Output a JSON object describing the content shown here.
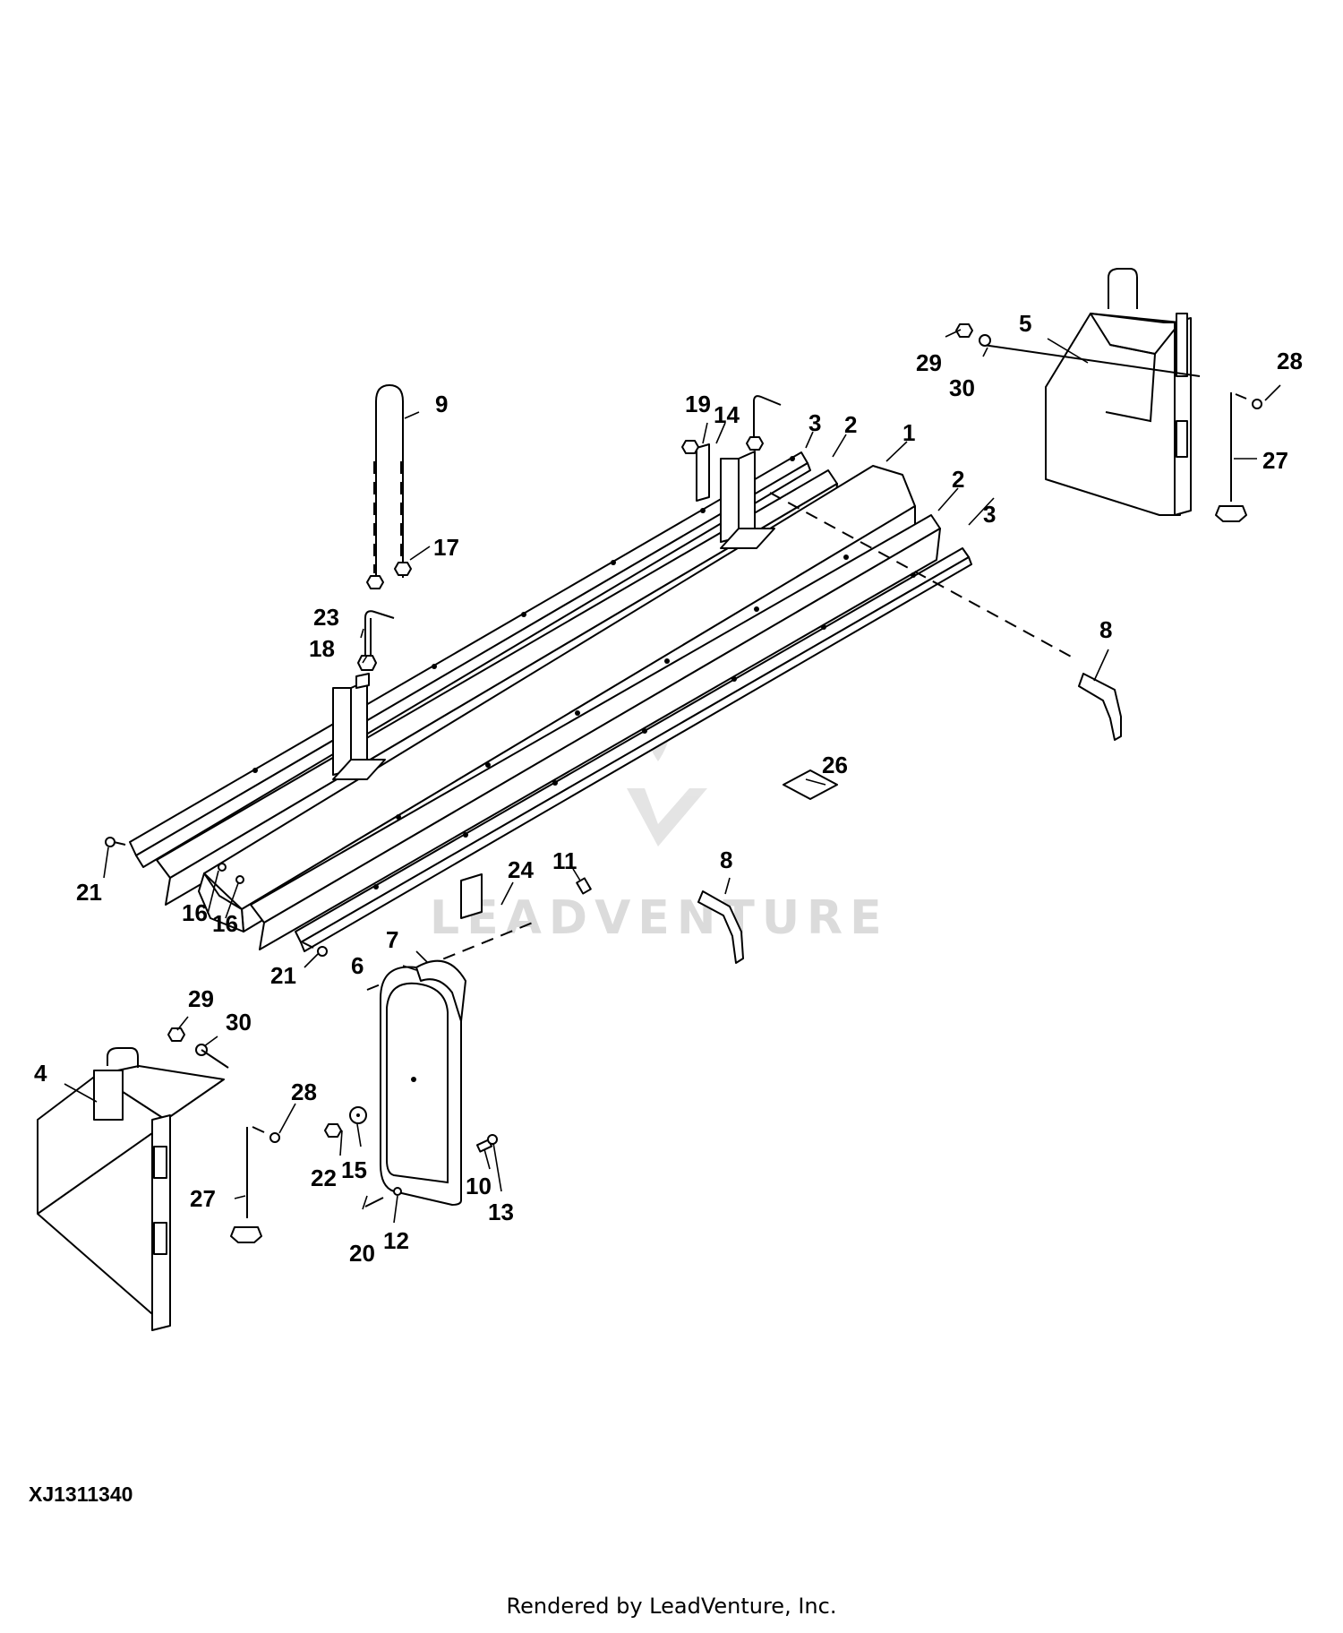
{
  "diagram": {
    "reference_code": "XJ1311340",
    "footer_text": "Rendered by LeadVenture, Inc.",
    "watermark_text": "LEADVENTURE",
    "callouts": [
      "1",
      "2",
      "2",
      "3",
      "3",
      "4",
      "5",
      "6",
      "7",
      "8",
      "8",
      "9",
      "10",
      "11",
      "12",
      "13",
      "14",
      "15",
      "16",
      "16",
      "17",
      "18",
      "19",
      "20",
      "21",
      "21",
      "22",
      "23",
      "24",
      "26",
      "27",
      "27",
      "28",
      "28",
      "29",
      "29",
      "30",
      "30"
    ]
  }
}
